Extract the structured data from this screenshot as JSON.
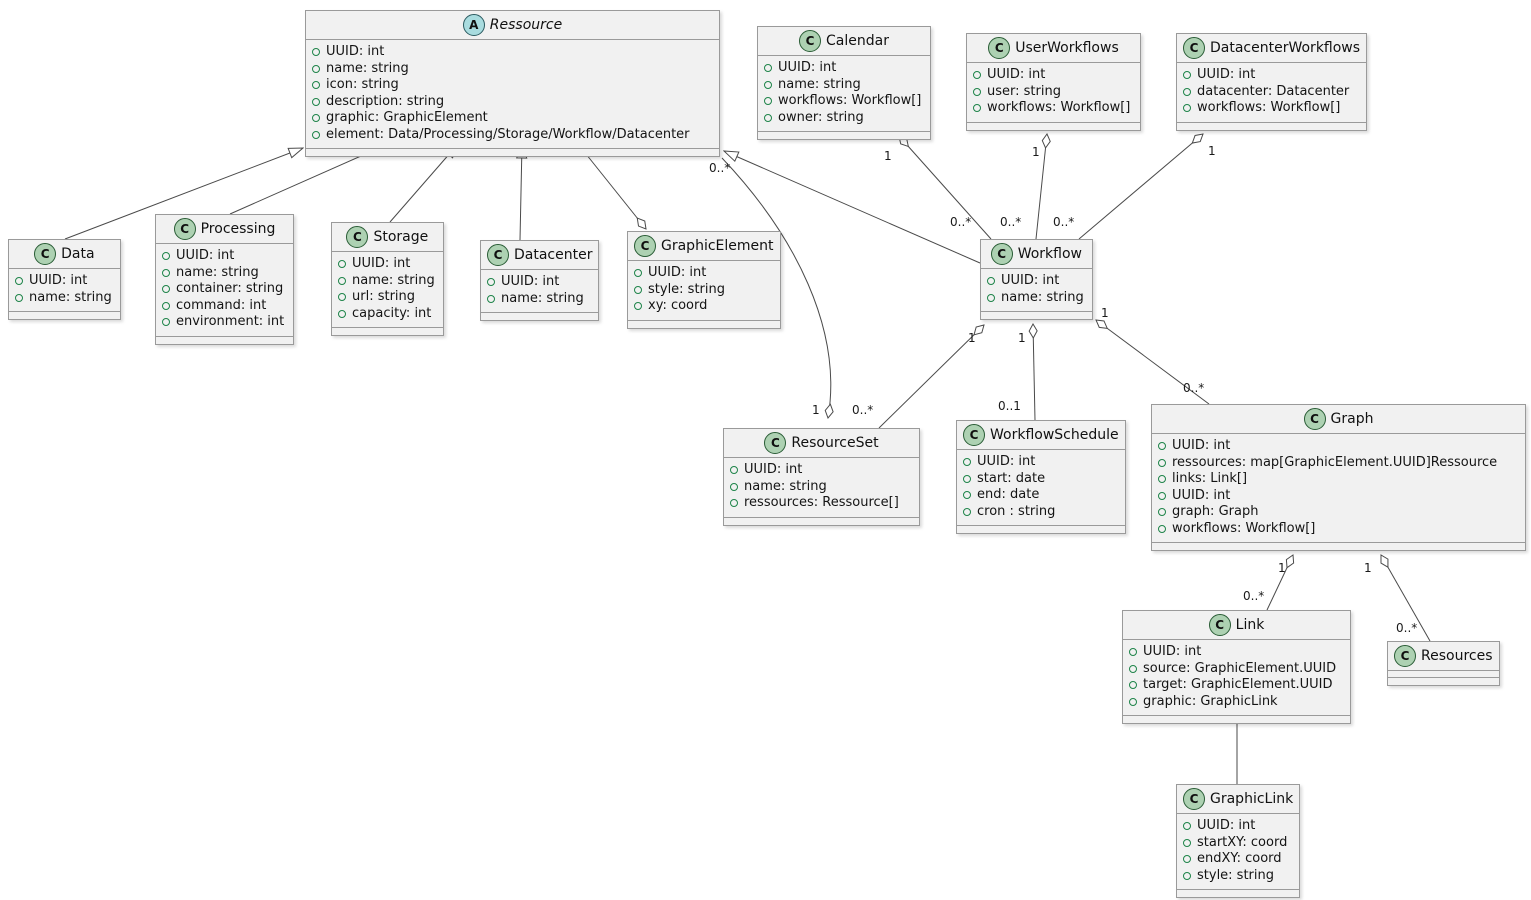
{
  "diagram": {
    "kind": "uml-class-diagram",
    "colors": {
      "box_background": "#f1f1f1",
      "box_border": "#9a9a9a",
      "class_icon_background": "#ADD1B2",
      "abstract_icon_background": "#A9DCDF",
      "attribute_marker_green": "#1E8449",
      "edge_color": "#4a4a4a"
    },
    "classes": [
      {
        "id": "ressource",
        "name": "Ressource",
        "stereotype": "abstract",
        "icon_letter": "A",
        "attributes": [
          "UUID: int",
          "name: string",
          "icon: string",
          "description: string",
          "graphic: GraphicElement",
          "element: Data/Processing/Storage/Workflow/Datacenter"
        ]
      },
      {
        "id": "calendar",
        "name": "Calendar",
        "stereotype": "class",
        "icon_letter": "C",
        "attributes": [
          "UUID: int",
          "name: string",
          "workflows: Workflow[]",
          "owner: string"
        ]
      },
      {
        "id": "userworkflows",
        "name": "UserWorkflows",
        "stereotype": "class",
        "icon_letter": "C",
        "attributes": [
          "UUID: int",
          "user: string",
          "workflows: Workflow[]"
        ]
      },
      {
        "id": "datacenterworkflows",
        "name": "DatacenterWorkflows",
        "stereotype": "class",
        "icon_letter": "C",
        "attributes": [
          "UUID: int",
          "datacenter: Datacenter",
          "workflows: Workflow[]"
        ]
      },
      {
        "id": "data",
        "name": "Data",
        "stereotype": "class",
        "icon_letter": "C",
        "attributes": [
          "UUID: int",
          "name: string"
        ]
      },
      {
        "id": "processing",
        "name": "Processing",
        "stereotype": "class",
        "icon_letter": "C",
        "attributes": [
          "UUID: int",
          "name: string",
          "container: string",
          "command: int",
          "environment: int"
        ]
      },
      {
        "id": "storage",
        "name": "Storage",
        "stereotype": "class",
        "icon_letter": "C",
        "attributes": [
          "UUID: int",
          "name: string",
          "url: string",
          "capacity: int"
        ]
      },
      {
        "id": "datacenter",
        "name": "Datacenter",
        "stereotype": "class",
        "icon_letter": "C",
        "attributes": [
          "UUID: int",
          "name: string"
        ]
      },
      {
        "id": "graphicelement",
        "name": "GraphicElement",
        "stereotype": "class",
        "icon_letter": "C",
        "attributes": [
          "UUID: int",
          "style: string",
          "xy: coord"
        ]
      },
      {
        "id": "workflow",
        "name": "Workflow",
        "stereotype": "class",
        "icon_letter": "C",
        "attributes": [
          "UUID: int",
          "name: string"
        ]
      },
      {
        "id": "resourceset",
        "name": "ResourceSet",
        "stereotype": "class",
        "icon_letter": "C",
        "attributes": [
          "UUID: int",
          "name: string",
          "ressources: Ressource[]"
        ]
      },
      {
        "id": "workflowschedule",
        "name": "WorkflowSchedule",
        "stereotype": "class",
        "icon_letter": "C",
        "attributes": [
          "UUID: int",
          "start: date",
          "end: date",
          "cron : string"
        ]
      },
      {
        "id": "graph",
        "name": "Graph",
        "stereotype": "class",
        "icon_letter": "C",
        "attributes": [
          "UUID: int",
          "ressources: map[GraphicElement.UUID]Ressource",
          "links: Link[]",
          "UUID: int",
          "graph: Graph",
          "workflows: Workflow[]"
        ]
      },
      {
        "id": "link",
        "name": "Link",
        "stereotype": "class",
        "icon_letter": "C",
        "attributes": [
          "UUID: int",
          "source: GraphicElement.UUID",
          "target: GraphicElement.UUID",
          "graphic: GraphicLink"
        ]
      },
      {
        "id": "resources",
        "name": "Resources",
        "stereotype": "class",
        "icon_letter": "C",
        "attributes": []
      },
      {
        "id": "graphiclink",
        "name": "GraphicLink",
        "stereotype": "class",
        "icon_letter": "C",
        "attributes": [
          "UUID: int",
          "startXY: coord",
          "endXY: coord",
          "style: string"
        ]
      }
    ],
    "edges": [
      {
        "type": "inheritance",
        "child": "Data",
        "parent": "Ressource",
        "owner_label": "",
        "part_label": ""
      },
      {
        "type": "inheritance",
        "child": "Processing",
        "parent": "Ressource",
        "owner_label": "",
        "part_label": ""
      },
      {
        "type": "inheritance",
        "child": "Storage",
        "parent": "Ressource",
        "owner_label": "",
        "part_label": ""
      },
      {
        "type": "inheritance",
        "child": "Datacenter",
        "parent": "Ressource",
        "owner_label": "",
        "part_label": ""
      },
      {
        "type": "inheritance",
        "child": "Workflow",
        "parent": "Ressource",
        "owner_label": "",
        "part_label": ""
      },
      {
        "type": "aggregation",
        "owner": "GraphicElement",
        "part": "Ressource",
        "owner_label": "",
        "part_label": ""
      },
      {
        "type": "aggregation",
        "owner": "Calendar",
        "part": "Workflow",
        "owner_label": "1",
        "part_label": "0..*"
      },
      {
        "type": "aggregation",
        "owner": "UserWorkflows",
        "part": "Workflow",
        "owner_label": "1",
        "part_label": "0..*"
      },
      {
        "type": "aggregation",
        "owner": "DatacenterWorkflows",
        "part": "Workflow",
        "owner_label": "1",
        "part_label": "0..*"
      },
      {
        "type": "aggregation",
        "owner": "Workflow",
        "part": "ResourceSet",
        "owner_label": "1",
        "part_label": "0..*"
      },
      {
        "type": "aggregation",
        "owner": "Workflow",
        "part": "WorkflowSchedule",
        "owner_label": "1",
        "part_label": "0..1"
      },
      {
        "type": "aggregation",
        "owner": "Workflow",
        "part": "Graph",
        "owner_label": "1",
        "part_label": "0..*"
      },
      {
        "type": "aggregation",
        "owner": "Graph",
        "part": "Link",
        "owner_label": "1",
        "part_label": "0..*"
      },
      {
        "type": "aggregation",
        "owner": "Graph",
        "part": "Resources",
        "owner_label": "1",
        "part_label": "0..*"
      },
      {
        "type": "aggregation",
        "owner": "ResourceSet",
        "part": "Ressource",
        "owner_label": "1",
        "part_label": "0..*"
      },
      {
        "type": "association",
        "from": "Link",
        "to": "GraphicLink",
        "owner_label": "",
        "part_label": ""
      }
    ]
  }
}
